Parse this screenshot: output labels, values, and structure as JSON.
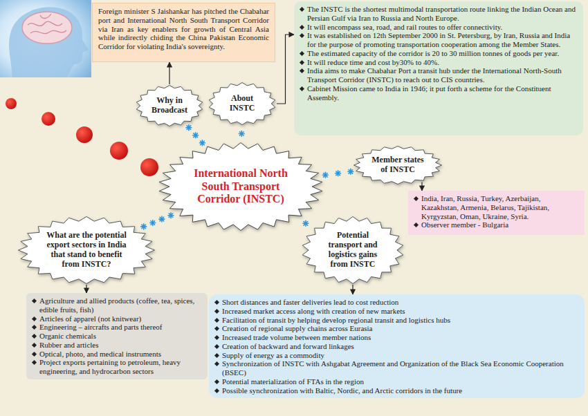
{
  "diagram": {
    "nodes": [
      {
        "text": [
          "Foreign minister S Jaishankar has pitched the Chabahar port and International North South Transport Corridor via Iran as key enablers for growth of Central Asia while indirectly chiding the China Pakistan Economic Corridor for violating India's sovereignty."
        ]
      },
      {
        "text": [
          "The INSTC is the shortest multimodal transportation route linking the Indian Ocean and Persian Gulf via Iran to Russia and North Europe.",
          "It will encompass sea, road, and rail routes to offer connectivity.",
          "It was established on 12th September 2000 in St. Petersburg, by Iran, Russia and India for the purpose of promoting transportation cooperation among the Member States.",
          "The estimated capacity of the corridor is 20 to 30 million tonnes of goods per year.",
          "It will reduce time and cost by30% to 40%.",
          "India aims to make Chabahar Port a transit hub under the International North-South Transport Corridor (INSTC) to reach out to CIS countries.",
          "Cabinet Mission came to India in 1946; it put forth a scheme for the Constituent Assembly."
        ]
      },
      {
        "text": [
          "Why in Broadcast"
        ]
      },
      {
        "text": [
          "About INSTC"
        ]
      },
      {
        "text": [
          "International North South Transport Corridor (INSTC)"
        ]
      },
      {
        "text": [
          "Member states of INSTC"
        ]
      },
      {
        "text": [
          "India, Iran, Russia, Turkey, Azerbaijan, Kazakhstan, Armenia, Belarus, Tajikistan, Kyrgyzstan, Oman, Ukraine, Syria.",
          "Observer member - Bulgaria"
        ]
      },
      {
        "text": [
          "What are the potential export sectors in India that stand to benefit from INSTC?"
        ]
      },
      {
        "text": [
          "Potential transport and logistics gains from INSTC"
        ]
      },
      {
        "text": [
          "Agriculture and allied products (coffee, tea, spices, edible fruits, fish)",
          "Articles of apparel (not knitwear)",
          "Engineering – aircrafts and parts thereof",
          "Organic chemicals",
          "Rubber and articles",
          "Optical, photo, and medical instruments",
          "Project exports pertaining to petroleum, heavy engineering, and hydrocarbon sectors"
        ]
      },
      {
        "text": [
          "Short distances and faster deliveries lead to cost reduction",
          "Increased market access along with creation of new markets",
          "Facilitation of transit by helping develop regional transit and logistics hubs",
          "Creation of regional supply chains across Eurasia",
          "Increased trade volume between member nations",
          "Creation of backward and forward linkages",
          "Supply of energy as a commodity",
          "Synchronization of INSTC with Ashgabat Agreement and Organization of the Black Sea Economic Cooperation (BSEC)",
          "Potential materialization of FTAs in the region",
          "Possible synchronization with Baltic, Nordic, and Arctic corridors in the future"
        ]
      }
    ],
    "edges": [
      {
        "from": 4,
        "to": 2,
        "arrow": "none"
      },
      {
        "from": 4,
        "to": 3,
        "arrow": "none"
      },
      {
        "from": 4,
        "to": 5,
        "arrow": "none"
      },
      {
        "from": 4,
        "to": 7,
        "arrow": "none"
      },
      {
        "from": 4,
        "to": 8,
        "arrow": "none"
      },
      {
        "from": 2,
        "to": 0,
        "arrow": "to"
      },
      {
        "from": 3,
        "to": 1,
        "arrow": "to"
      },
      {
        "from": 5,
        "to": 6,
        "arrow": "to"
      },
      {
        "from": 7,
        "to": 9,
        "arrow": "to"
      },
      {
        "from": 8,
        "to": 10,
        "arrow": "to"
      }
    ]
  }
}
